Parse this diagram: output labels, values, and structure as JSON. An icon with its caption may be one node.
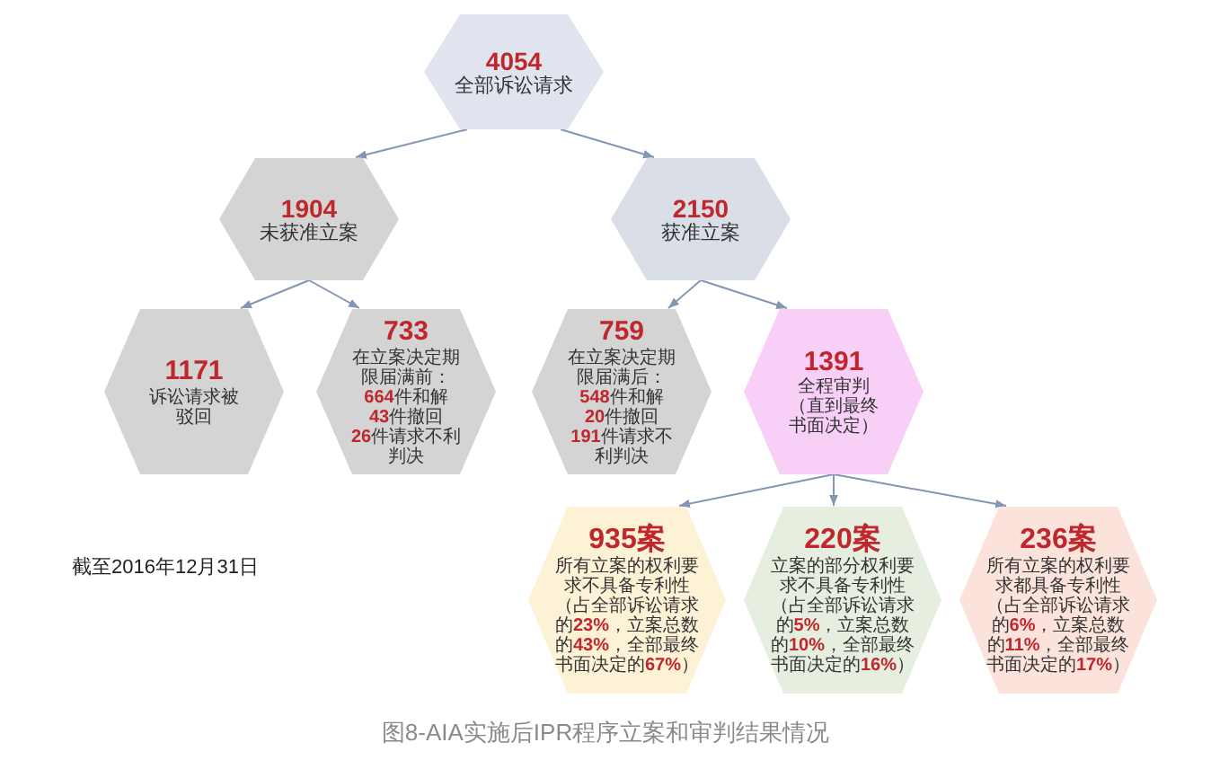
{
  "diagram": {
    "caption": "图8-AIA实施后IPR程序立案和审判结果情况",
    "nodes": [
      {
        "text": [
          "4054",
          "全部诉讼请求"
        ]
      },
      {
        "text": [
          "1904",
          "未获准立案"
        ]
      },
      {
        "text": [
          "2150",
          "获准立案"
        ]
      },
      {
        "text": [
          "1171",
          "诉讼请求被驳回"
        ]
      },
      {
        "text": [
          "733",
          "在立案决定期限届满前：",
          "**664**件和解",
          "**43**件撤回",
          "**26**件请求不利判决"
        ]
      },
      {
        "text": [
          "759",
          "在立案决定期限届满后：",
          "**548**件和解",
          "**20**件撤回",
          "**191**件请求不利判决"
        ]
      },
      {
        "text": [
          "1391",
          "全程审判（直到最终书面决定）"
        ]
      },
      {
        "text": [
          "935案",
          "所有立案的权利要求不具备专利性",
          "（占全部诉讼请求的**23%**，立案总数的**43%**，全部最终书面决定的**67%**）"
        ]
      },
      {
        "text": [
          "220案",
          "立案的部分权利要求不具备专利性",
          "（占全部诉讼请求的**5%**，立案总数的**10%**，全部最终书面决定的**16%**）"
        ]
      },
      {
        "text": [
          "236案",
          "所有立案的权利要求都具备专利性",
          "（占全部诉讼请求的**6%**，立案总数的**11%**，全部最终书面决定的**17%**）"
        ]
      }
    ],
    "edges": [
      {
        "from": 0,
        "to": 1,
        "arrow": "to"
      },
      {
        "from": 0,
        "to": 2,
        "arrow": "to"
      },
      {
        "from": 1,
        "to": 3,
        "arrow": "to"
      },
      {
        "from": 1,
        "to": 4,
        "arrow": "to"
      },
      {
        "from": 2,
        "to": 5,
        "arrow": "to"
      },
      {
        "from": 2,
        "to": 6,
        "arrow": "to"
      },
      {
        "from": 6,
        "to": 7,
        "arrow": "to"
      },
      {
        "from": 6,
        "to": 8,
        "arrow": "to"
      },
      {
        "from": 6,
        "to": 9,
        "arrow": "to"
      }
    ],
    "labels": [
      "截至2016年12月31日"
    ]
  }
}
